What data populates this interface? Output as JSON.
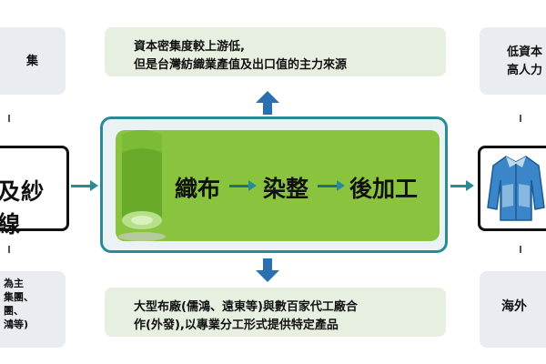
{
  "top_note": {
    "line1": "資本密集度較上游低,",
    "line2": "但是台灣紡織業產值及出口值的主力來源"
  },
  "bottom_note": {
    "line1": "大型布廠(儒鴻、遠東等)與數百家代工廠合",
    "line2": "作(外發),以專業分工形式提供特定產品"
  },
  "center_panel": {
    "step1": "織布",
    "step2": "染整",
    "step3": "後加工"
  },
  "left_column": {
    "top_label": "集",
    "middle_label": "及紗線",
    "bottom_lines": [
      "為主",
      "集團、",
      "團、",
      "鴻等)"
    ]
  },
  "right_column": {
    "top_line1": "低資本",
    "top_line2": "高人力",
    "bottom_label": "海外"
  },
  "icons": {
    "fabric": "fabric-roll-icon",
    "garment": "jacket-icon"
  },
  "colors": {
    "teal": "#2a8a97",
    "green": "#8ac43f",
    "note_bg": "#e6efe0",
    "grey_bg": "#e9edf2"
  }
}
